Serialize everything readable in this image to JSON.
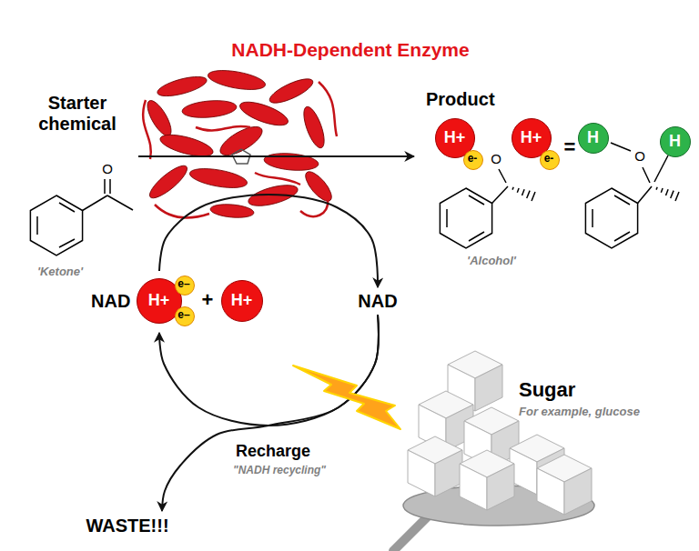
{
  "diagram": {
    "title": "NADH-Dependent Enzyme",
    "nodes": [
      {
        "text": [
          "Starter chemical",
          "'Ketone'"
        ]
      },
      {
        "text": [
          "Product",
          "'Alcohol'"
        ]
      },
      {
        "text": [
          "H+"
        ],
        "in": 1
      },
      {
        "text": [
          "e-"
        ],
        "in": 2
      },
      {
        "text": [
          "H+"
        ],
        "in": 1
      },
      {
        "text": [
          "e-"
        ],
        "in": 4
      },
      {
        "text": [
          "H"
        ],
        "in": 1
      },
      {
        "text": [
          "H"
        ],
        "in": 1
      },
      {
        "text": [
          "NAD",
          "+"
        ]
      },
      {
        "text": [
          "H+"
        ],
        "in": 8
      },
      {
        "text": [
          "e–"
        ],
        "in": 9
      },
      {
        "text": [
          "e–"
        ],
        "in": 9
      },
      {
        "text": [
          "H+"
        ],
        "in": 8
      },
      {
        "text": [
          "NAD"
        ]
      },
      {
        "text": [
          "Sugar",
          "For example, glucose"
        ]
      },
      {
        "text": [
          "WASTE!!!"
        ]
      }
    ],
    "edges": [
      {
        "from": 0,
        "to": 1,
        "arrow": "to"
      },
      {
        "from": 8,
        "to": 13,
        "arrow": "to"
      },
      {
        "from": 13,
        "to": 8,
        "arrow": "to"
      },
      {
        "from": 13,
        "to": 15,
        "arrow": "to"
      }
    ],
    "labels": [
      "O",
      "O",
      "=",
      "O",
      "Recharge",
      "\"NADH recycling\""
    ]
  }
}
